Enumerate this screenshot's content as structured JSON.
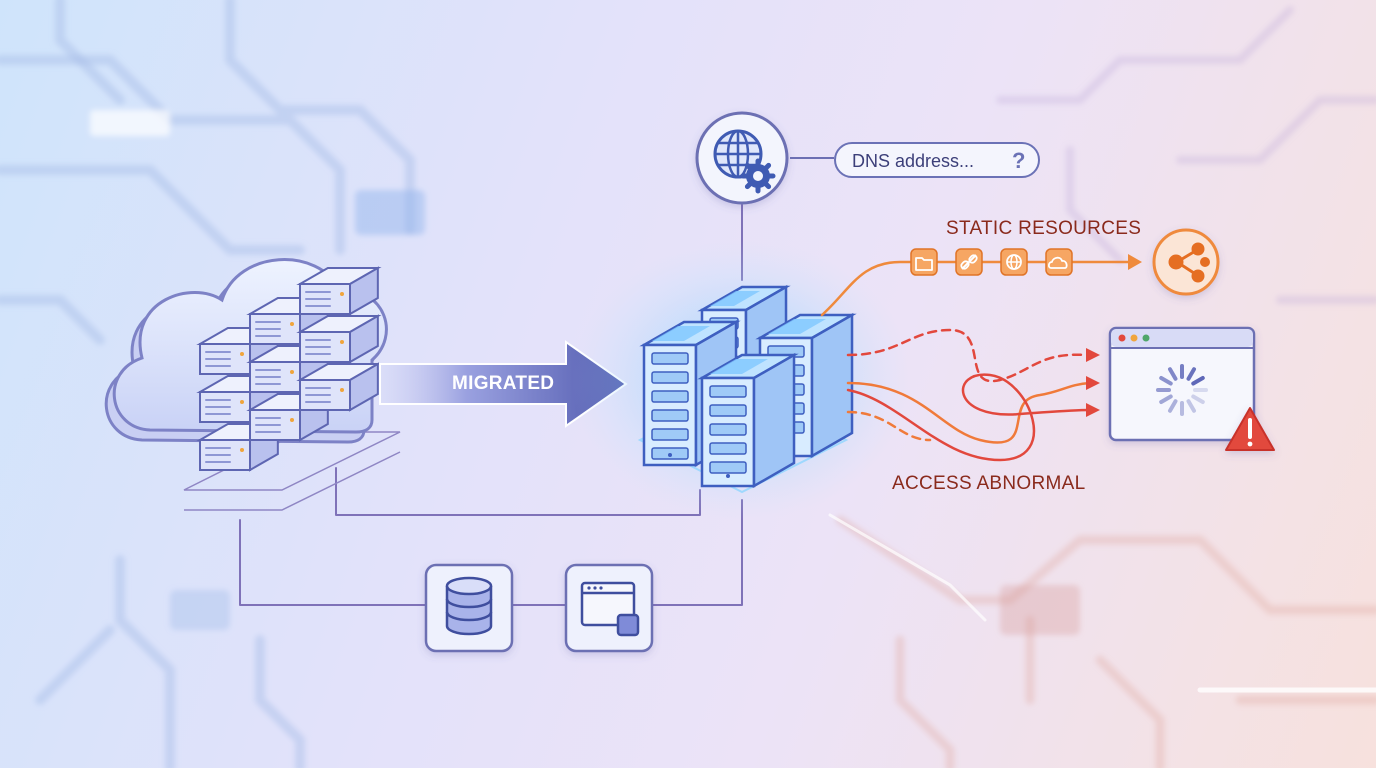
{
  "labels": {
    "migrated": "MIGRATED",
    "dns_address": "DNS address...",
    "dns_question": "?",
    "static_resources": "STATIC RESOURCES",
    "access_abnormal": "ACCESS ABNORMAL"
  },
  "icons": {
    "dns": "globe-gear-icon",
    "cdn": "share-nodes-icon",
    "database": "database-icon",
    "window": "window-app-icon",
    "loading": "loading-spinner-icon",
    "warning": "warning-triangle-icon",
    "resources": [
      "folder-icon",
      "link-icon",
      "globe-icon",
      "cloud-icon"
    ]
  },
  "colors": {
    "accent_blue": "#5a63b0",
    "server_glow": "#4fb6ff",
    "resource_orange": "#ef8a3c",
    "alert_red": "#e2483d",
    "label_dark_red": "#8a2a1c"
  }
}
